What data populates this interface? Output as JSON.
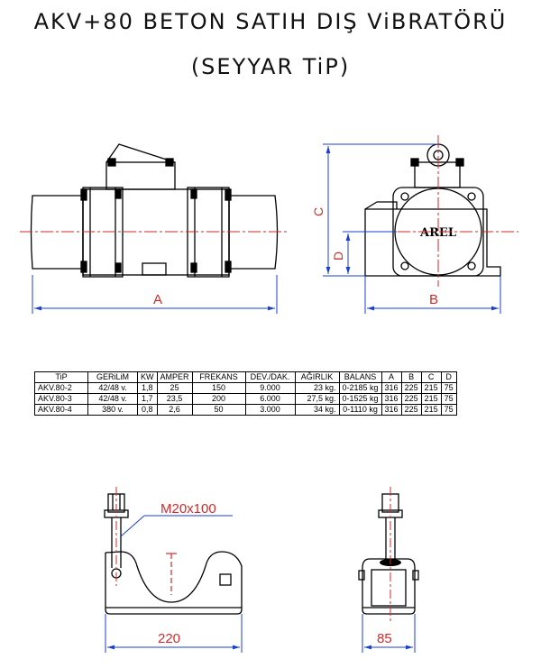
{
  "title": {
    "line1": "AKV+80 BETON SATIH DIŞ ViBRATÖRÜ",
    "line2": "(SEYYAR TiP)"
  },
  "drawing": {
    "dim_a": "A",
    "dim_b": "B",
    "dim_c": "C",
    "dim_d": "D",
    "brand": "AREL",
    "bolt_label": "M20x100",
    "dim_220": "220",
    "dim_85": "85"
  },
  "table": {
    "headers": [
      "TiP",
      "GERiLiM",
      "KW",
      "AMPER",
      "FREKANS",
      "DEV./DAK.",
      "AĞIRLIK",
      "BALANS",
      "A",
      "B",
      "C",
      "D"
    ],
    "rows": [
      [
        "AKV.80-2",
        "42/48 v.",
        "1,8",
        "25",
        "150",
        "9.000",
        "23 kg.",
        "0-2185 kg",
        "316",
        "225",
        "215",
        "75"
      ],
      [
        "AKV.80-3",
        "42/48 v.",
        "1,7",
        "23,5",
        "200",
        "6.000",
        "27,5 kg.",
        "0-1525 kg",
        "316",
        "225",
        "215",
        "75"
      ],
      [
        "AKV.80-4",
        "380 v.",
        "0,8",
        "2,6",
        "50",
        "3.000",
        "34 kg.",
        "0-1110 kg",
        "316",
        "225",
        "215",
        "75"
      ]
    ]
  }
}
